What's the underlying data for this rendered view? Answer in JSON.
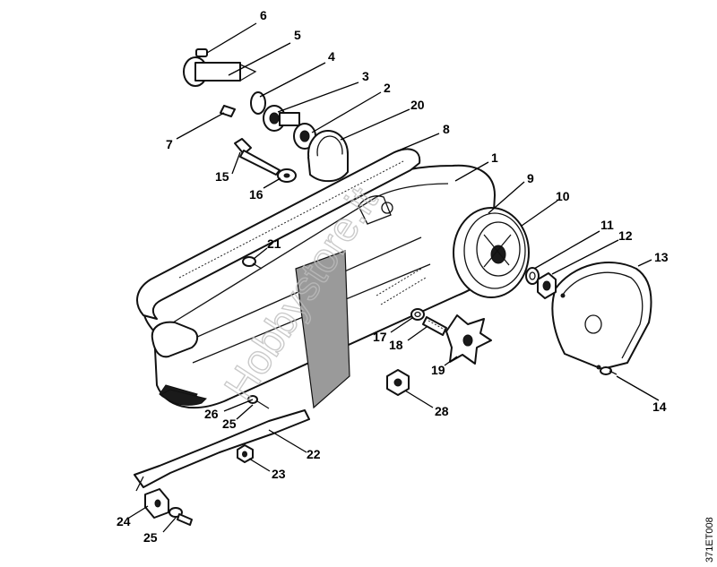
{
  "watermark": "Hobbystore.it",
  "document_code": "371ET008",
  "callouts": {
    "p1": "1",
    "p2": "2",
    "p3": "3",
    "p4": "4",
    "p5": "5",
    "p6": "6",
    "p7": "7",
    "p8": "8",
    "p9": "9",
    "p10": "10",
    "p11": "11",
    "p12": "12",
    "p13": "13",
    "p14": "14",
    "p15": "15",
    "p16": "16",
    "p17": "17",
    "p18": "18",
    "p19": "19",
    "p20": "20",
    "p21": "21",
    "p22": "22",
    "p23": "23",
    "p24": "24",
    "p25a": "25",
    "p25b": "25",
    "p26": "26",
    "p28": "28"
  }
}
